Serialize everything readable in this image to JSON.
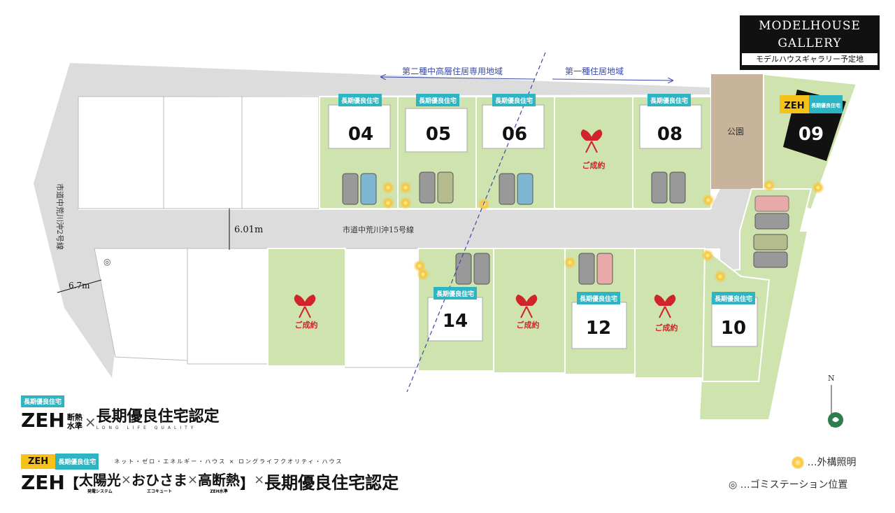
{
  "zones": {
    "zone_left": "第二種中高層住居専用地域",
    "zone_right": "第一種住居地域"
  },
  "roads": {
    "main_road": "市道中荒川沖15号線",
    "side_road": "市道中荒川沖2号線",
    "main_width": "6.01m",
    "side_width": "6.7m"
  },
  "park": "公園",
  "lots": [
    {
      "id": "04",
      "tag": "長期優良住宅"
    },
    {
      "id": "05",
      "tag": "長期優良住宅"
    },
    {
      "id": "06",
      "tag": "長期優良住宅"
    },
    {
      "id": "08",
      "tag": "長期優良住宅"
    },
    {
      "id": "09",
      "tag": "長期優良住宅",
      "zeh": "ZEH"
    },
    {
      "id": "14",
      "tag": "長期優良住宅"
    },
    {
      "id": "12",
      "tag": "長期優良住宅"
    },
    {
      "id": "10",
      "tag": "長期優良住宅"
    }
  ],
  "sold_label": "ご成約",
  "modelhouse": {
    "line1": "MODELHOUSE",
    "line2": "GALLERY",
    "sub": "モデルハウスギャラリー予定地"
  },
  "legend1": {
    "tag": "長期優良住宅",
    "zeh": "ZEH",
    "small1": "断熱",
    "small2": "水準",
    "times": "×",
    "main": "長期優良住宅認定",
    "sub": "LONG LIFE QUALITY"
  },
  "legend2": {
    "zeh": "ZEH",
    "tag": "長期優良住宅",
    "kana": "ネット・ゼロ・エネルギー・ハウス × ロングライフクオリティ・ハウス",
    "zeh_big": "ZEH",
    "open": "【",
    "w1": "太陽光",
    "w1_sub": "発電システム",
    "w2": "おひさま",
    "w2_sub": "エコキュート",
    "w3": "高断熱",
    "w3_sub": "ZEH水準",
    "close": "】",
    "times": "×",
    "main": "長期優良住宅認定"
  },
  "legend_right": {
    "light": "…外構照明",
    "garbage_mark": "◎",
    "garbage": "…ゴミステーション位置"
  },
  "compass": "N",
  "colors": {
    "lot_green": "#cfe3ae",
    "road": "#dcdcdc",
    "park": "#c8b49a",
    "tag": "#2fb5c2",
    "zeh": "#f6c21a",
    "sold": "#d0232a"
  }
}
